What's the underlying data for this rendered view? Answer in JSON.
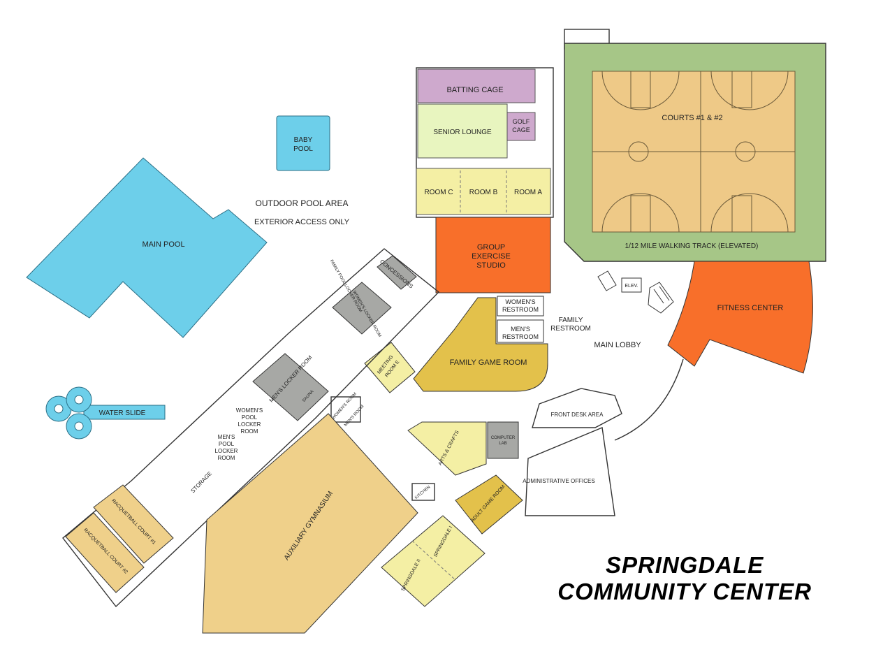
{
  "title": {
    "line1": "SPRINGDALE",
    "line2": "COMMUNITY CENTER"
  },
  "colors": {
    "pool": "#6dcfea",
    "court": "#eec987",
    "track": "#a6c687",
    "batting": "#cea9cd",
    "lounge": "#e8f5bf",
    "room": "#f4efa4",
    "orange": "#f86f2a",
    "gold": "#e3c14b",
    "gray": "#a7a8a5",
    "gym": "#efd08a"
  },
  "rooms": {
    "baby_pool_1": "BABY",
    "baby_pool_2": "POOL",
    "main_pool": "MAIN POOL",
    "outdoor_pool": "OUTDOOR POOL AREA",
    "exterior_access": "EXTERIOR ACCESS ONLY",
    "water_slide": "WATER SLIDE",
    "batting_cage": "BATTING CAGE",
    "senior_lounge": "SENIOR LOUNGE",
    "golf_1": "GOLF",
    "golf_2": "CAGE",
    "room_c": "ROOM C",
    "room_b": "ROOM B",
    "room_a": "ROOM A",
    "courts": "COURTS #1 & #2",
    "track": "1/12 MILE WALKING TRACK (ELEVATED)",
    "group_1": "GROUP",
    "group_2": "EXERCISE",
    "group_3": "STUDIO",
    "womens_restroom_1": "WOMEN'S",
    "womens_restroom_2": "RESTROOM",
    "mens_restroom_1": "MEN'S",
    "mens_restroom_2": "RESTROOM",
    "family_restroom_1": "FAMILY",
    "family_restroom_2": "RESTROOM",
    "fitness_center": "FITNESS CENTER",
    "elevator": "ELEV.",
    "main_lobby": "MAIN LOBBY",
    "family_game_room": "FAMILY GAME ROOM",
    "meeting_1": "MEETING",
    "meeting_2": "ROOM E",
    "concessions": "CONCESSIONS",
    "family_pool_locker": "FAMILY POOL LOCKER ROOM",
    "womens_locker": "WOMEN'S LOCKER ROOM",
    "mens_locker": "MEN'S LOCKER ROOM",
    "sauna": "SAUNA",
    "womens_pool_1": "WOMEN'S",
    "womens_pool_2": "POOL",
    "womens_pool_3": "LOCKER",
    "womens_pool_4": "ROOM",
    "mens_pool_1": "MEN'S",
    "mens_pool_2": "POOL",
    "mens_pool_3": "LOCKER",
    "mens_pool_4": "ROOM",
    "womens_room": "WOMEN'S ROOM",
    "mens_room": "MEN'S ROOM",
    "storage": "STORAGE",
    "racquetball_1": "RACQUETBALL COURT #1",
    "racquetball_2": "RACQUETBALL COURT #2",
    "aux_gym": "AUXILIARY GYMNASIUM",
    "front_desk": "FRONT DESK AREA",
    "computer_1": "COMPUTER",
    "computer_2": "LAB",
    "arts_crafts": "ARTS & CRAFTS",
    "admin_offices": "ADMINISTRATIVE OFFICES",
    "kitchen": "KITCHEN",
    "adult_game_room": "ADULT GAME ROOM",
    "springdale_1": "SPRINGDALE I",
    "springdale_2": "SPRINGDALE II"
  }
}
